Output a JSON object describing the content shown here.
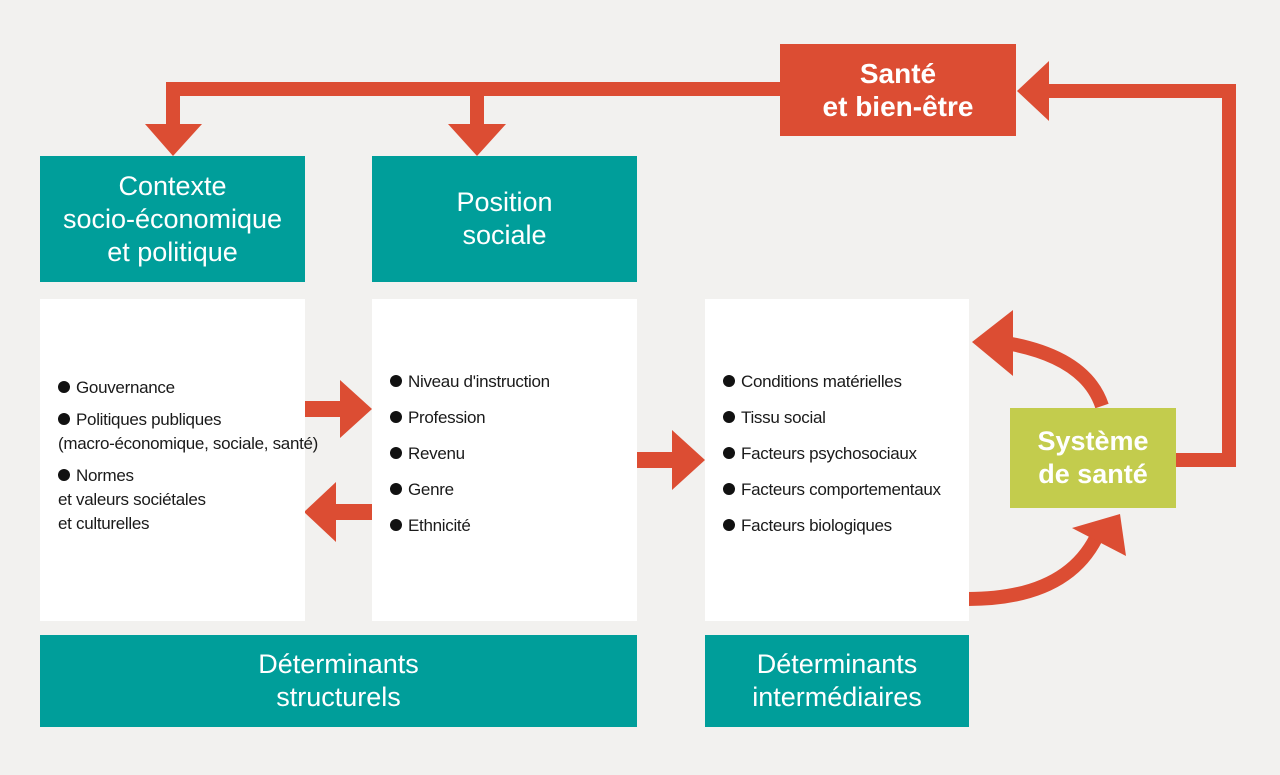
{
  "nodes": {
    "sante": [
      "Santé",
      "et bien-être"
    ],
    "contexte": [
      "Contexte",
      "socio-économique",
      "et politique"
    ],
    "position": [
      "Position",
      "sociale"
    ],
    "systeme": [
      "Système",
      "de santé"
    ],
    "structurels": [
      "Déterminants",
      "structurels"
    ],
    "intermediaires": [
      "Déterminants",
      "intermédiaires"
    ]
  },
  "lists": {
    "contexte": [
      [
        "Gouvernance"
      ],
      [
        "Politiques publiques",
        "(macro-économique, sociale, santé)"
      ],
      [
        "Normes",
        "et valeurs sociétales",
        "et culturelles"
      ]
    ],
    "position": [
      [
        "Niveau d'instruction"
      ],
      [
        "Profession"
      ],
      [
        "Revenu"
      ],
      [
        "Genre"
      ],
      [
        "Ethnicité"
      ]
    ],
    "intermediaires": [
      [
        "Conditions matérielles"
      ],
      [
        "Tissu social"
      ],
      [
        "Facteurs psychosociaux"
      ],
      [
        "Facteurs comportementaux"
      ],
      [
        "Facteurs biologiques"
      ]
    ]
  },
  "colors": {
    "teal": "#009e9a",
    "red": "#dc4d33",
    "green": "#c3cc4d",
    "background": "#f2f1ef"
  }
}
